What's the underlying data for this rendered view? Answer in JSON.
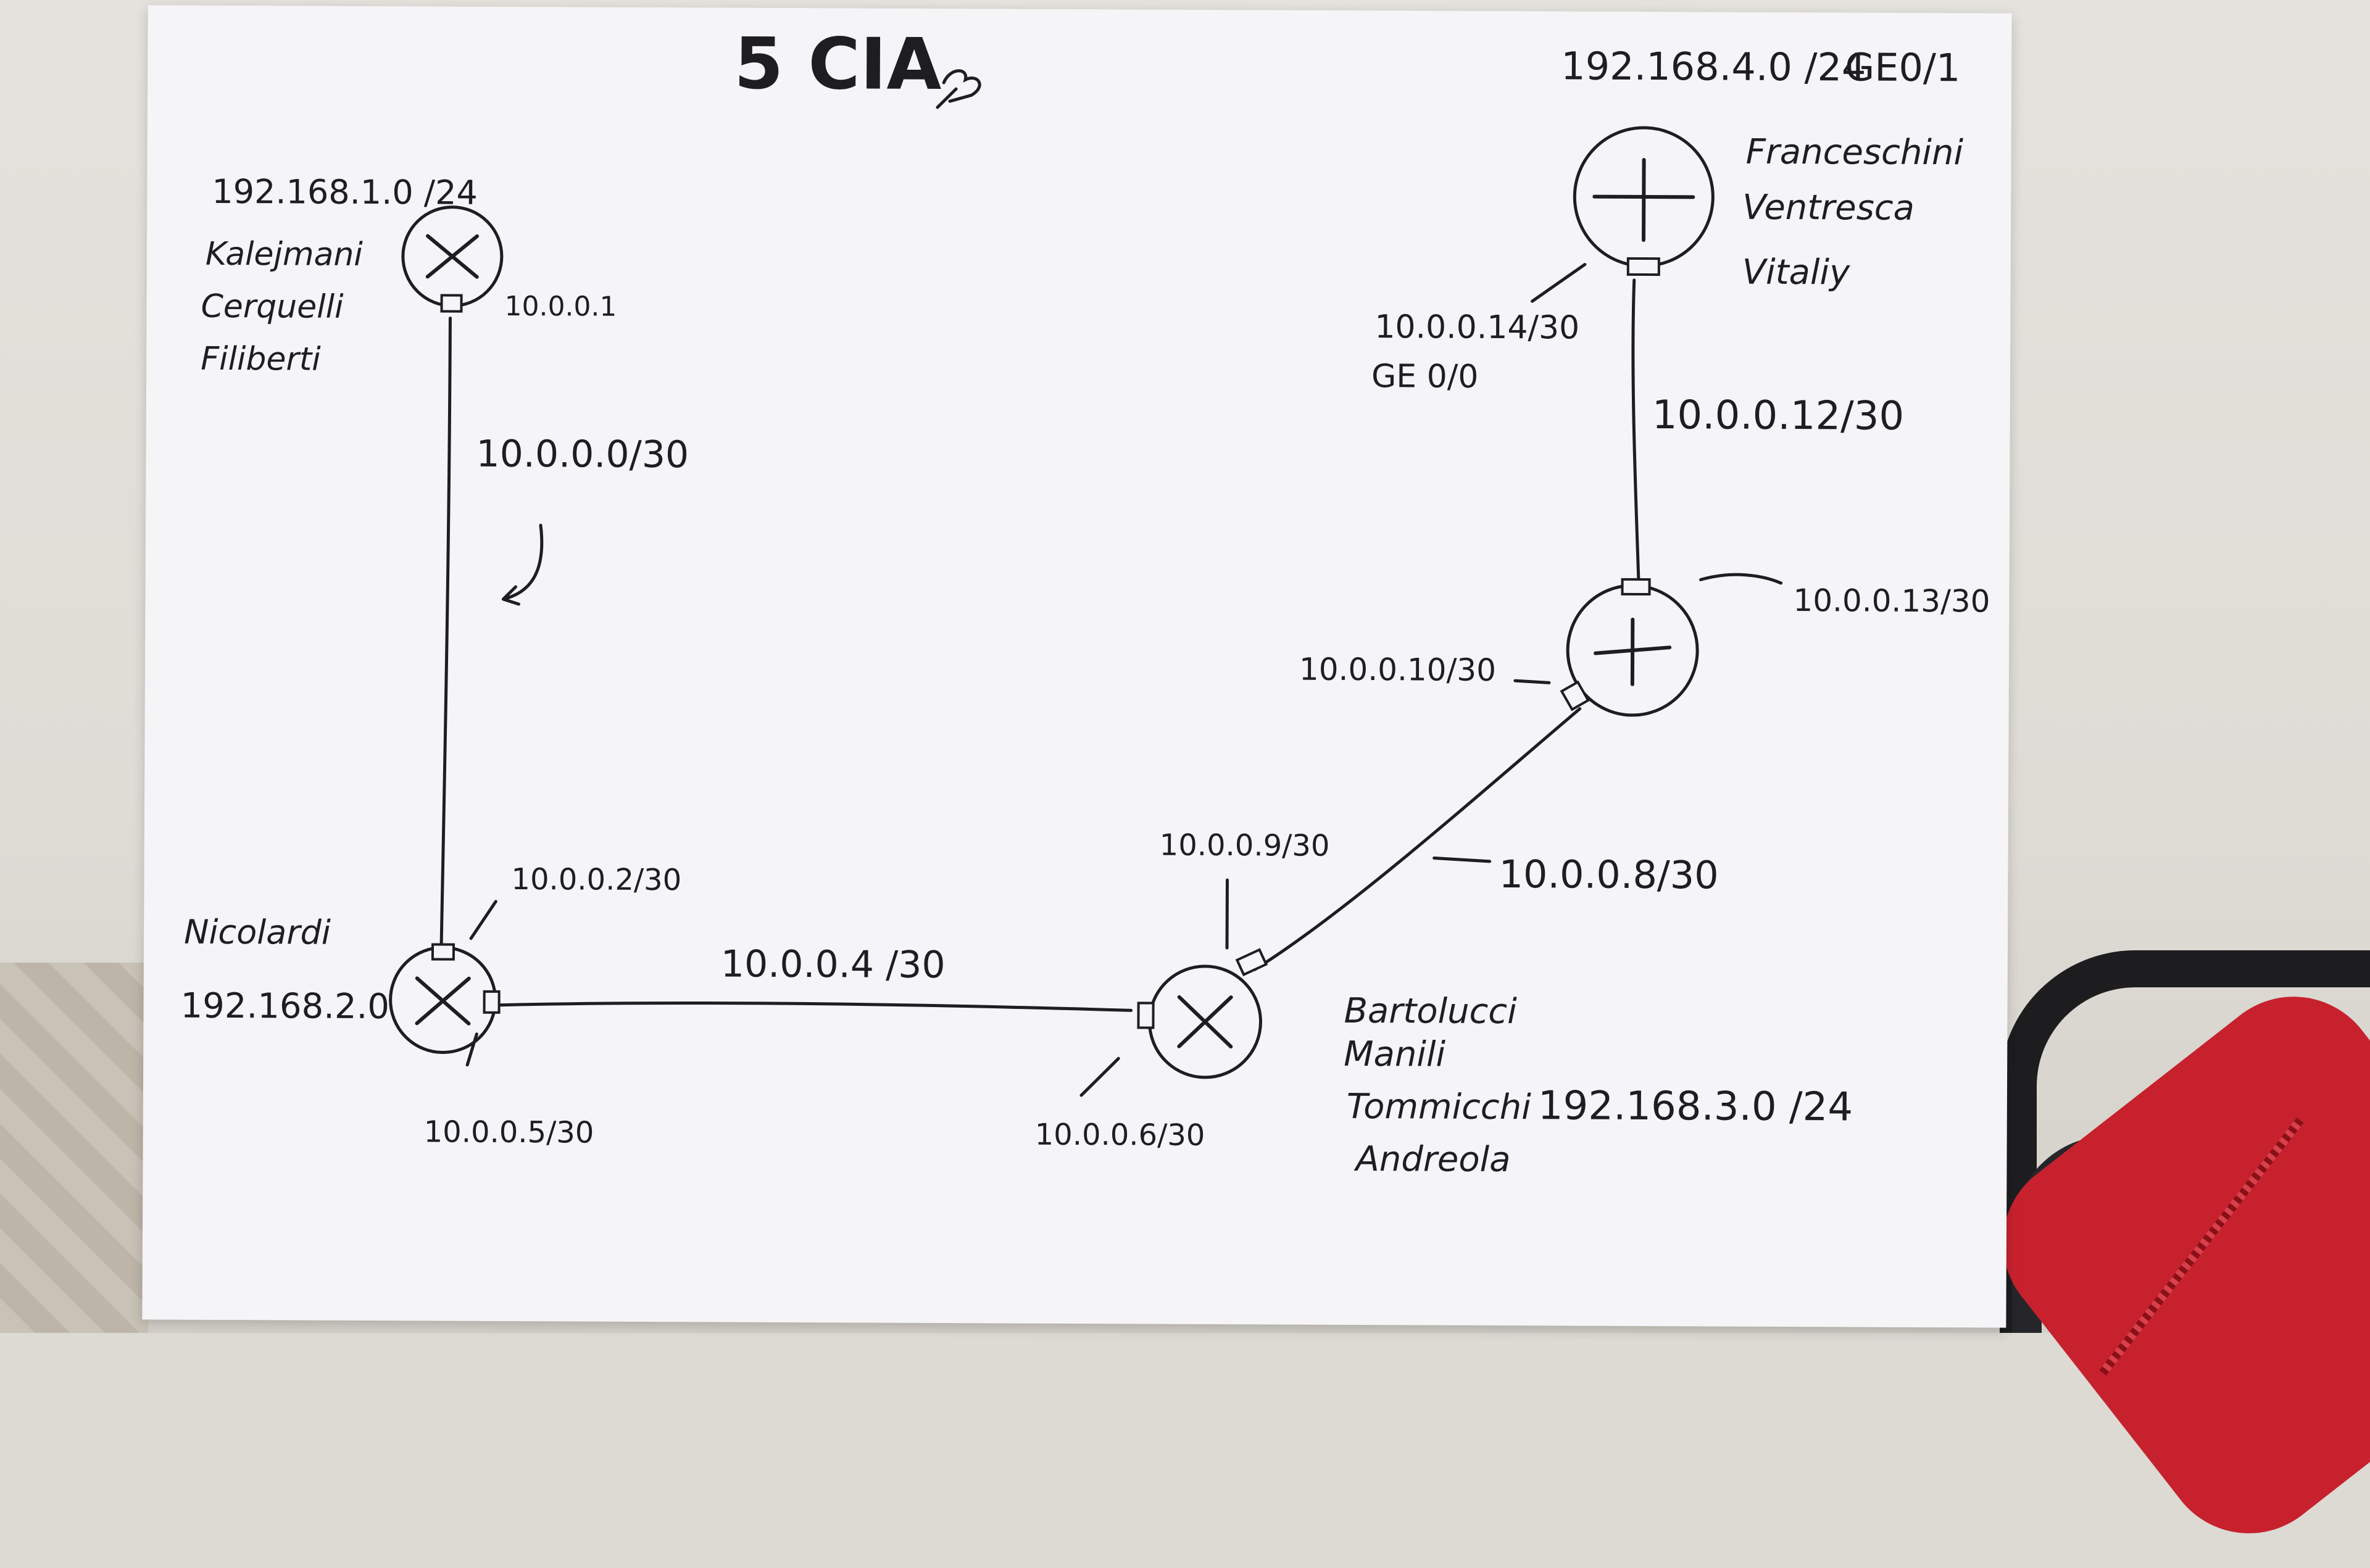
{
  "title": "5 CIA",
  "routers": [
    {
      "id": "r1",
      "lan": "192.168.1.0 /24",
      "lan_if": "",
      "names": [
        "Kalejmani",
        "Cerquelli",
        "Filiberti"
      ]
    },
    {
      "id": "r2",
      "lan": "192.168.2.0",
      "lan_if": "",
      "names": [
        "Nicolardi"
      ]
    },
    {
      "id": "r3",
      "lan": "192.168.3.0 /24",
      "lan_if": "",
      "names": [
        "Bartolucci",
        "Manili",
        "Tommicchi",
        "Andreola"
      ]
    },
    {
      "id": "r4",
      "lan": "",
      "lan_if": "",
      "names": []
    },
    {
      "id": "r5",
      "lan": "192.168.4.0 /24",
      "lan_if": "GE0/1",
      "names": [
        "Franceschini",
        "Ventresca",
        "Vitaliy"
      ]
    }
  ],
  "links": [
    {
      "from": "r1",
      "to": "r2",
      "network": "10.0.0.0/30",
      "ip_from": "10.0.0.1",
      "ip_to": "10.0.0.2/30"
    },
    {
      "from": "r2",
      "to": "r3",
      "network": "10.0.0.4 /30",
      "ip_from": "10.0.0.5/30",
      "ip_to": "10.0.0.6/30"
    },
    {
      "from": "r3",
      "to": "r4",
      "network": "10.0.0.8/30",
      "ip_from": "10.0.0.9/30",
      "ip_to": "10.0.0.10/30"
    },
    {
      "from": "r4",
      "to": "r5",
      "network": "10.0.0.12/30",
      "ip_from": "10.0.0.13/30",
      "ip_to": "10.0.0.14/30"
    }
  ],
  "interface_notes": [
    {
      "router": "r5",
      "label": "GE 0/0"
    }
  ],
  "colors": {
    "ink": "#1e1e22",
    "paper": "#f5f4f6",
    "desk": "#dcdad3",
    "bag": "#c7212e"
  },
  "icons": [
    "router-icon",
    "heart-doodle-icon",
    "curved-arrow-icon"
  ]
}
